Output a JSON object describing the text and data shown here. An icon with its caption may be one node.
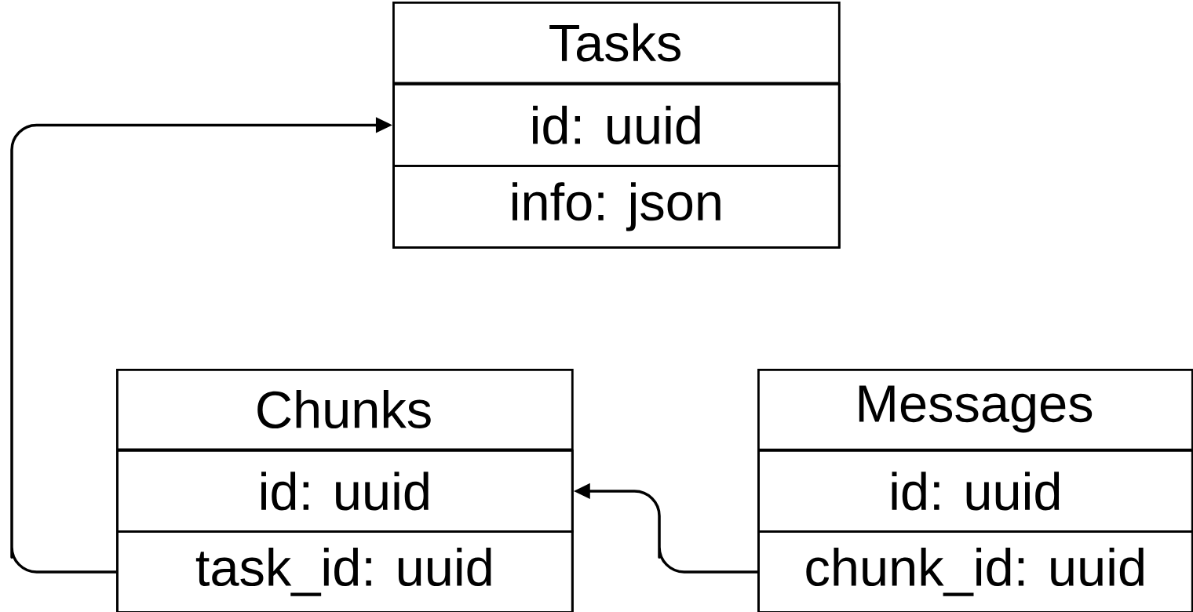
{
  "diagram": {
    "nodes": [
      {
        "text": [
          "Tasks"
        ]
      },
      {
        "text": [
          "id: uuid"
        ],
        "in": 0
      },
      {
        "text": [
          "info: json"
        ],
        "in": 0
      },
      {
        "text": [
          "Chunks"
        ]
      },
      {
        "text": [
          "id: uuid"
        ],
        "in": 3
      },
      {
        "text": [
          "task_id: uuid"
        ],
        "in": 3
      },
      {
        "text": [
          "Messages"
        ]
      },
      {
        "text": [
          "id: uuid"
        ],
        "in": 6
      },
      {
        "text": [
          "chunk_id: uuid"
        ],
        "in": 6
      }
    ],
    "edges": [
      {
        "from": 5,
        "to": 1,
        "arrow": "to"
      },
      {
        "from": 8,
        "to": 4,
        "arrow": "to"
      }
    ]
  }
}
